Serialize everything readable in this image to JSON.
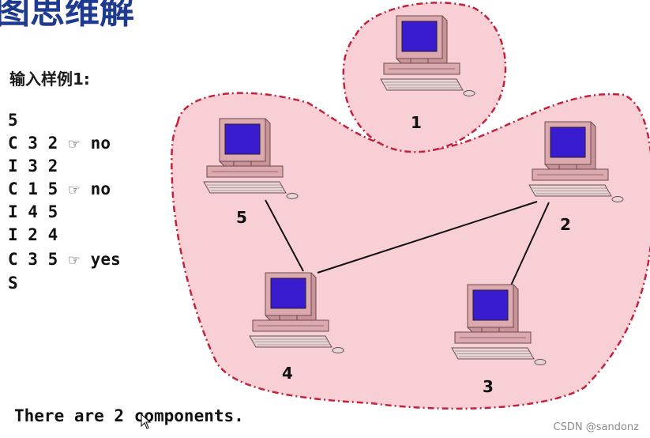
{
  "title": "图思维解",
  "input_label": "输入样例1:",
  "input_lines": [
    {
      "text": "5",
      "answer": ""
    },
    {
      "text": "C 3 2",
      "answer": "no"
    },
    {
      "text": "I 3 2",
      "answer": ""
    },
    {
      "text": "C 1 5",
      "answer": "no"
    },
    {
      "text": "I 4 5",
      "answer": ""
    },
    {
      "text": "I 2 4",
      "answer": ""
    },
    {
      "text": "C 3 5",
      "answer": "yes"
    },
    {
      "text": "S",
      "answer": ""
    }
  ],
  "hand_symbol": "☞",
  "output_line": "There are 2 components.",
  "watermark": "CSDN @sandonz",
  "diagram": {
    "nodes": [
      {
        "id": "1",
        "label": "1"
      },
      {
        "id": "2",
        "label": "2"
      },
      {
        "id": "3",
        "label": "3"
      },
      {
        "id": "4",
        "label": "4"
      },
      {
        "id": "5",
        "label": "5"
      }
    ],
    "edges": [
      {
        "from": "5",
        "to": "4"
      },
      {
        "from": "4",
        "to": "2"
      },
      {
        "from": "2",
        "to": "3"
      }
    ],
    "colors": {
      "region_fill": "#f9cfd6",
      "region_border": "#c3223b",
      "monitor_case": "#dca9ae",
      "screen": "#3a1cd0",
      "edge": "#111111"
    }
  }
}
